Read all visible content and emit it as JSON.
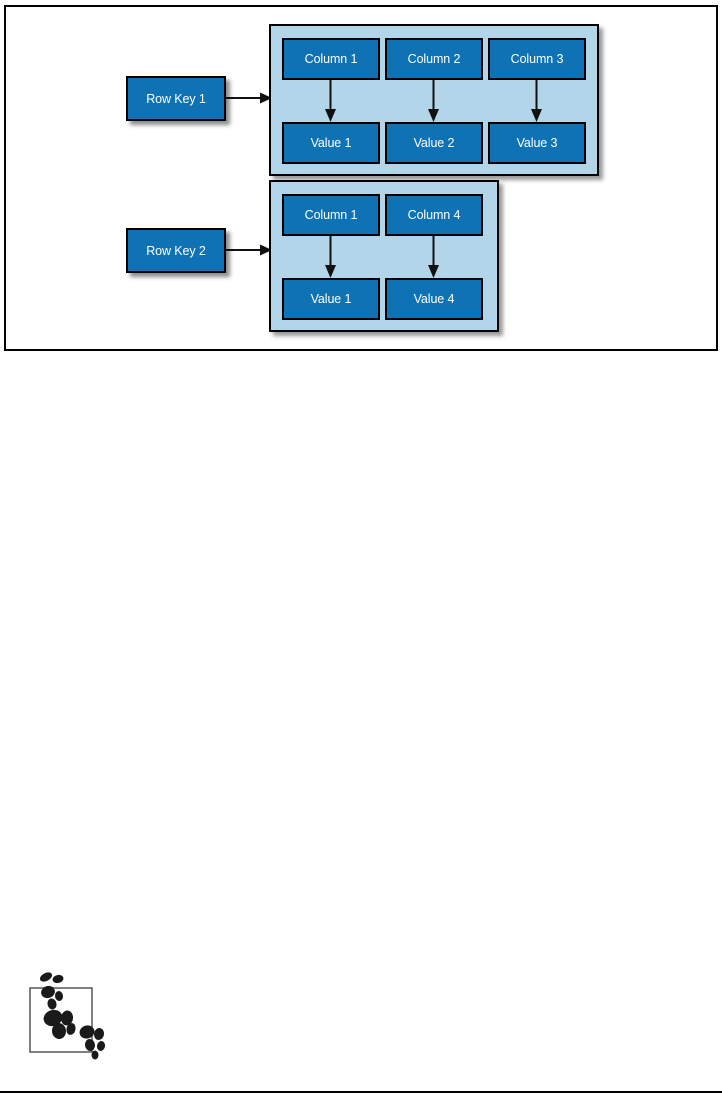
{
  "figure": {
    "frame_border_color": "#000000",
    "group_fill_color": "#B3D5EA",
    "cell_fill_color": "#0F72B5",
    "cell_text_color": "#FFFFFF",
    "rows": [
      {
        "key_label": "Row Key 1",
        "arrow_icon": "right-arrow-icon",
        "cells": [
          {
            "column": "Column 1",
            "value": "Value 1",
            "arrow_icon": "down-arrow-icon"
          },
          {
            "column": "Column 2",
            "value": "Value 2",
            "arrow_icon": "down-arrow-icon"
          },
          {
            "column": "Column 3",
            "value": "Value 3",
            "arrow_icon": "down-arrow-icon"
          }
        ]
      },
      {
        "key_label": "Row Key 2",
        "arrow_icon": "right-arrow-icon",
        "cells": [
          {
            "column": "Column 1",
            "value": "Value 1",
            "arrow_icon": "down-arrow-icon"
          },
          {
            "column": "Column 4",
            "value": "Value 4",
            "arrow_icon": "down-arrow-icon"
          }
        ]
      }
    ]
  },
  "footer": {
    "icon_name": "panda-paw-prints-icon"
  }
}
